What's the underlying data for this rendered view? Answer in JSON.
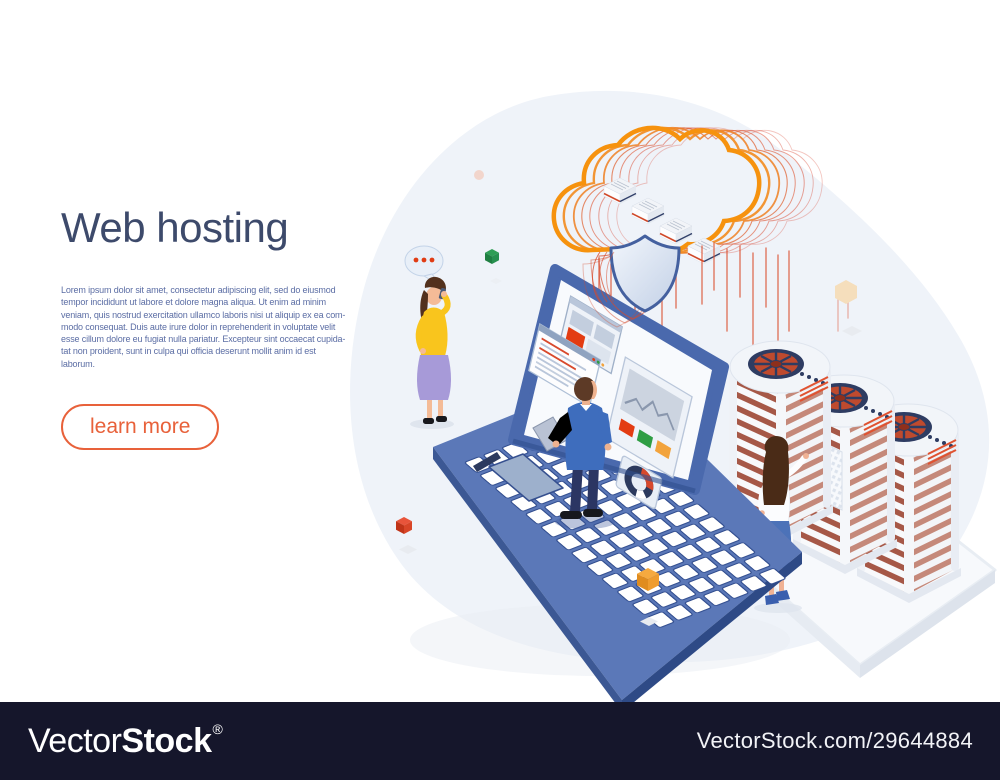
{
  "hero": {
    "title": "Web hosting",
    "paragraph_lines": [
      "Lorem ipsum dolor sit amet, consectetur adipiscing elit, sed do eiusmod",
      "tempor incididunt ut labore et dolore magna aliqua. Ut enim ad minim",
      "veniam, quis nostrud exercitation ullamco laboris nisi ut aliquip ex ea com-",
      "modo consequat. Duis aute irure dolor in reprehenderit in voluptate velit",
      "esse cillum dolore eu fugiat nulla pariatur. Excepteur sint occaecat cupida-",
      "tat non proident, sunt in culpa qui officia deserunt mollit anim id est",
      "laborum."
    ],
    "cta_label": "learn more"
  },
  "footer": {
    "brand_light": "Vector",
    "brand_bold": "Stock",
    "registered_mark": "®",
    "attribution_url": "VectorStock.com/29644884"
  },
  "colors": {
    "title_text": "#3d4a6b",
    "body_text": "#5b6da4",
    "accent_orange": "#e8613a",
    "cloud_orange": "#f6920e",
    "laptop_blue": "#4a69ad",
    "footer_bg": "#15162b",
    "blob_bg": "#eff3f9",
    "stripe_red": "#a65847",
    "fan_red": "#bf4a2e"
  },
  "illustration": {
    "alt": "Isometric web hosting scene",
    "elements": [
      {
        "name": "cloud-servers-icon"
      },
      {
        "name": "shield-icon"
      },
      {
        "name": "laptop-dashboard"
      },
      {
        "name": "man-with-tablet"
      },
      {
        "name": "woman-on-phone"
      },
      {
        "name": "speech-bubble-icon"
      },
      {
        "name": "woman-at-server"
      },
      {
        "name": "server-towers"
      }
    ]
  }
}
